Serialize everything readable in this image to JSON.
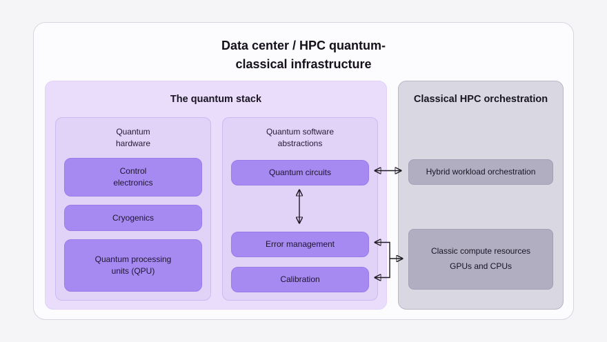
{
  "title": "Data center / HPC quantum-\nclassical infrastructure",
  "quantum_stack": {
    "title": "The quantum stack",
    "hardware": {
      "title": "Quantum\nhardware",
      "control_electronics": "Control\nelectronics",
      "cryogenics": "Cryogenics",
      "qpu": "Quantum processing\nunits (QPU)"
    },
    "software": {
      "title": "Quantum software\nabstractions",
      "quantum_circuits": "Quantum circuits",
      "error_management": "Error management",
      "calibration": "Calibration"
    }
  },
  "classical": {
    "title": "Classical HPC orchestration",
    "hybrid_orchestration": "Hybrid workload orchestration",
    "compute_resources": "Classic compute resources\nGPUs and CPUs"
  },
  "colors": {
    "page_background": "#f5f4f7",
    "card_background": "#fcfbfd",
    "quantum_panel": "#e9ddfb",
    "quantum_subpanel": "#e1d2f8",
    "purple_box": "#a78af1",
    "classical_panel": "#d9d7e2",
    "gray_box": "#b1aec1",
    "arrow": "#1c1822"
  }
}
